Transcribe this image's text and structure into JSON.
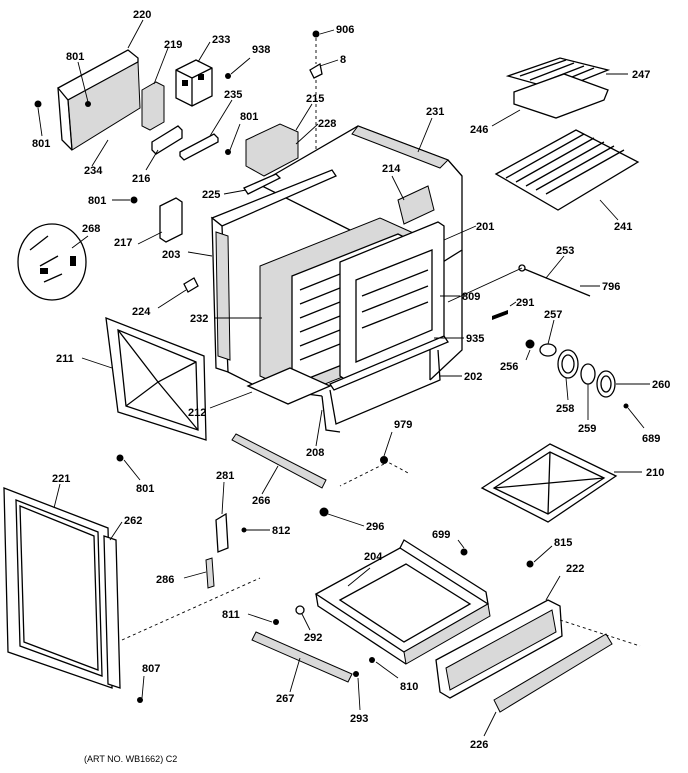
{
  "figure": {
    "caption": "(ART NO. WB1662) C2",
    "labels": {
      "p220": "220",
      "p801a": "801",
      "p219": "219",
      "p233": "233",
      "p938": "938",
      "p906": "906",
      "p8": "8",
      "p247": "247",
      "p801b": "801",
      "p235": "235",
      "p801c": "801",
      "p215": "215",
      "p228": "228",
      "p231": "231",
      "p246": "246",
      "p234": "234",
      "p216": "216",
      "p214": "214",
      "p241": "241",
      "p801d": "801",
      "p225": "225",
      "p217": "217",
      "p268": "268",
      "p203": "203",
      "p201": "201",
      "p253": "253",
      "p796": "796",
      "p809": "809",
      "p291": "291",
      "p224": "224",
      "p257": "257",
      "p232": "232",
      "p935": "935",
      "p211": "211",
      "p256": "256",
      "p202": "202",
      "p260": "260",
      "p212": "212",
      "p258": "258",
      "p259": "259",
      "p689": "689",
      "p979": "979",
      "p208": "208",
      "p801e": "801",
      "p210": "210",
      "p221": "221",
      "p281": "281",
      "p266": "266",
      "p296": "296",
      "p262": "262",
      "p812": "812",
      "p699": "699",
      "p815": "815",
      "p204": "204",
      "p222": "222",
      "p286": "286",
      "p811": "811",
      "p292": "292",
      "p807": "807",
      "p810": "810",
      "p267": "267",
      "p293": "293",
      "p226": "226"
    }
  }
}
